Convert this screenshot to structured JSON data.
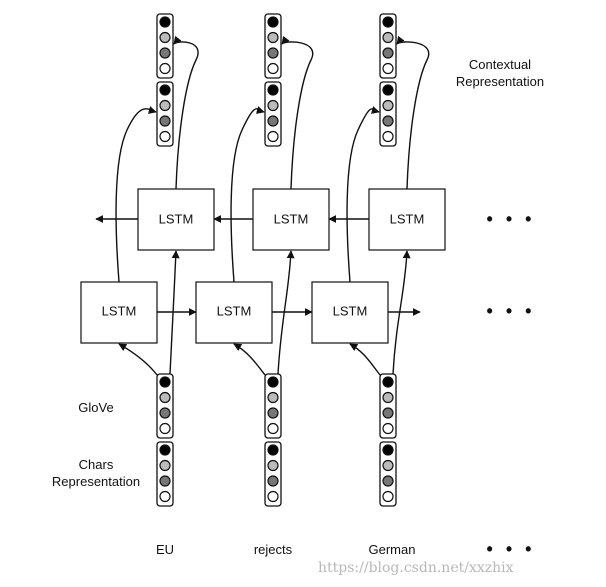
{
  "diagram": {
    "lstm_label": "LSTM",
    "words": [
      "EU",
      "rejects",
      "German"
    ],
    "ellipsis": "• • •",
    "labels": {
      "glove": "GloVe",
      "chars_line1": "Chars",
      "chars_line2": "Representation",
      "contextual_line1": "Contextual",
      "contextual_line2": "Representation"
    },
    "vector_cell_colors": [
      "#000000",
      "#bbbbbb",
      "#777777",
      "#ffffff"
    ],
    "watermark": "https://blog.csdn.net/xxzhix"
  }
}
